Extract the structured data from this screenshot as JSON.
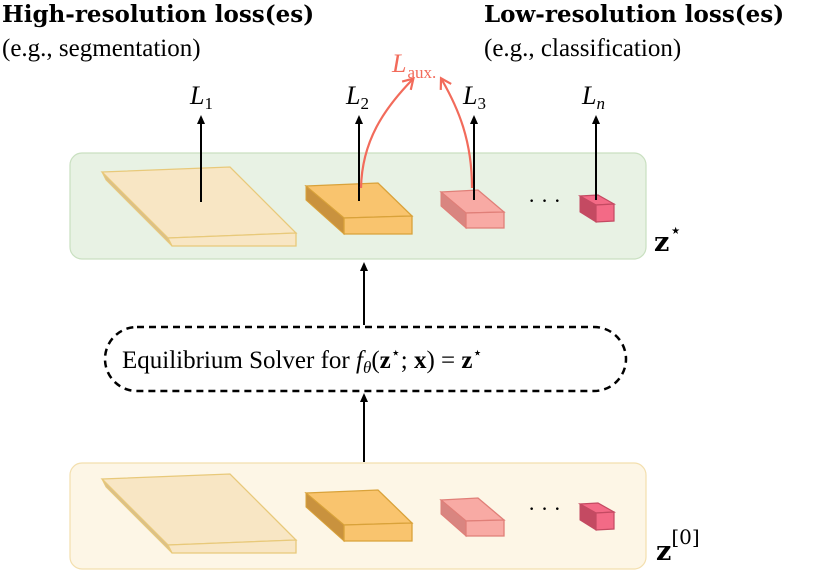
{
  "headings": {
    "left_title": "High-resolution loss(es)",
    "left_subtitle": "(e.g., segmentation)",
    "right_title": "Low-resolution loss(es)",
    "right_subtitle": "(e.g., classification)"
  },
  "losses": {
    "l1": {
      "base": "L",
      "sub": "1"
    },
    "l2": {
      "base": "L",
      "sub": "2"
    },
    "l3": {
      "base": "L",
      "sub": "3"
    },
    "ln": {
      "base": "L",
      "sub": "n"
    },
    "aux": {
      "base": "L",
      "sub": "aux."
    }
  },
  "solver": {
    "prefix": "Equilibrium Solver for ",
    "func": "f",
    "func_sub": "θ",
    "args_open": "(",
    "z": "z",
    "star": "⋆",
    "sep": "; ",
    "x": "x",
    "args_close": ") = "
  },
  "state_labels": {
    "top": {
      "base": "z",
      "sup": "⋆"
    },
    "bottom": {
      "base": "z",
      "sup": "[0]"
    }
  },
  "ellipsis": "· · ·",
  "colors": {
    "top_panel_fill": "#e8f2e4",
    "top_panel_stroke": "#c9e0c0",
    "bottom_panel_fill": "#fdf6e6",
    "bottom_panel_stroke": "#f3dfae",
    "large_block": "#f8e6c4",
    "medium_block": "#f9c46e",
    "small_block": "#f8aaa4",
    "tiny_block": "#f36a86",
    "aux_arrow": "#f26b5b"
  }
}
